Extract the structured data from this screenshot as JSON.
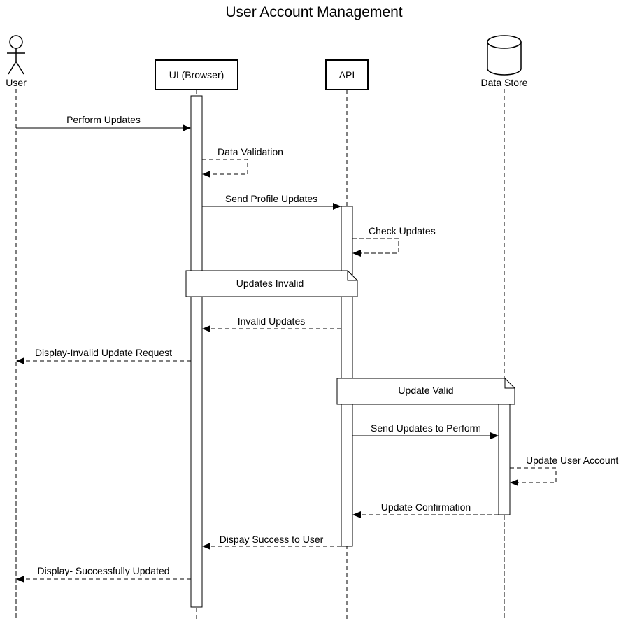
{
  "title": "User Account Management",
  "participants": {
    "user": "User",
    "ui": "UI (Browser)",
    "api": "API",
    "datastore": "Data Store"
  },
  "notes": {
    "updates_invalid": "Updates Invalid",
    "update_valid": "Update Valid"
  },
  "messages": {
    "perform_updates": "Perform Updates",
    "data_validation": "Data Validation",
    "send_profile_updates": "Send Profile Updates",
    "check_updates": "Check Updates",
    "invalid_updates": "Invalid Updates",
    "display_invalid": "Display-Invalid Update Request",
    "send_updates_to_perform": "Send Updates to Perform",
    "update_user_account": "Update User Account",
    "update_confirmation": "Update Confirmation",
    "dispay_success": "Dispay Success to User",
    "display_success_updated": "Display- Successfully Updated"
  }
}
